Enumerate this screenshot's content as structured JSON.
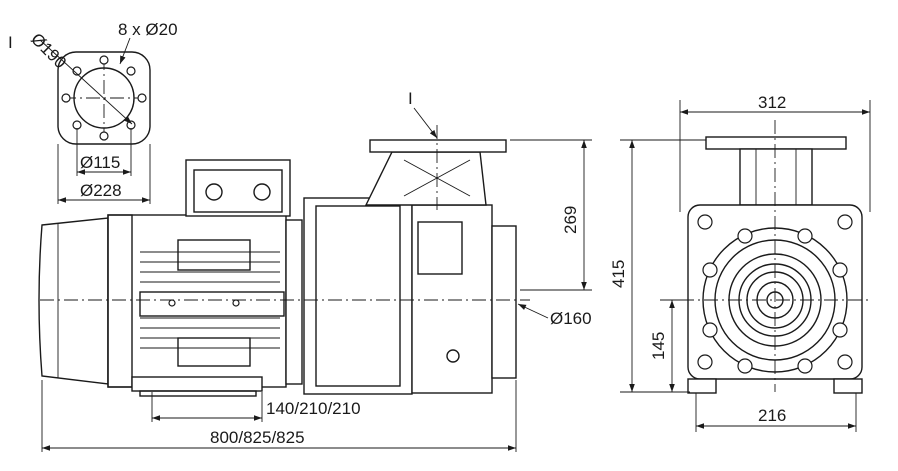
{
  "flange_view": {
    "view_mark": "I",
    "diameter_outer": "Ø190",
    "holes": "8 x Ø20",
    "diameter_inner": "Ø115",
    "diameter_total": "Ø228"
  },
  "side_view": {
    "section_mark": "I",
    "height_outlet": "269",
    "outlet_diameter": "Ø160",
    "foot_spacing": "140/210/210",
    "overall_length": "800/825/825"
  },
  "end_view": {
    "top_width": "312",
    "total_height": "415",
    "axis_height": "145",
    "foot_width": "216"
  }
}
